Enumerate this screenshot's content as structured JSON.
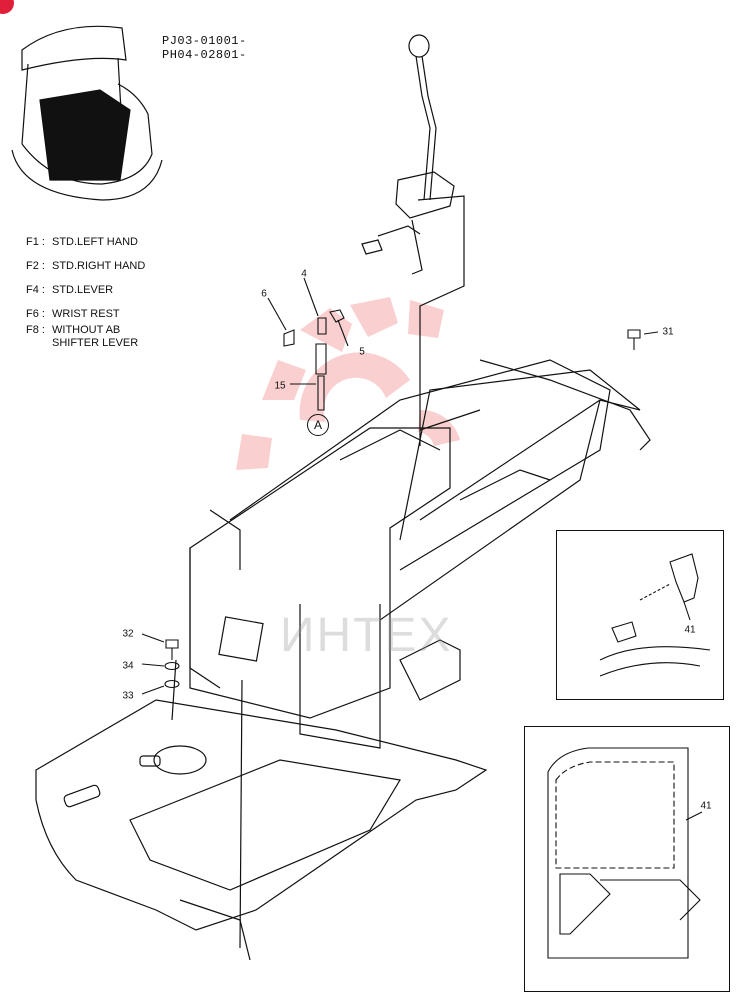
{
  "serials": [
    "PJ03-01001-",
    "PH04-02801-"
  ],
  "legend": [
    {
      "code": "F1 :",
      "desc": "STD.LEFT HAND"
    },
    {
      "code": "F2 :",
      "desc": "STD.RIGHT HAND"
    },
    {
      "code": "F4 :",
      "desc": "STD.LEVER"
    },
    {
      "code": "F6 :",
      "desc": "WRIST REST"
    },
    {
      "code": "F8 :",
      "desc": "WITHOUT AB SHIFTER LEVER"
    }
  ],
  "callouts": {
    "c4": "4",
    "c6": "6",
    "c5": "5",
    "c15": "15",
    "c31": "31",
    "c32": "32",
    "c34": "34",
    "c33": "33",
    "c41a": "41",
    "c41b": "41"
  },
  "view_marker": "A",
  "watermark": "ИНТЕХ",
  "colors": {
    "line": "#111111",
    "watermark": "#f5a8a8",
    "badge": "#e0203a"
  }
}
